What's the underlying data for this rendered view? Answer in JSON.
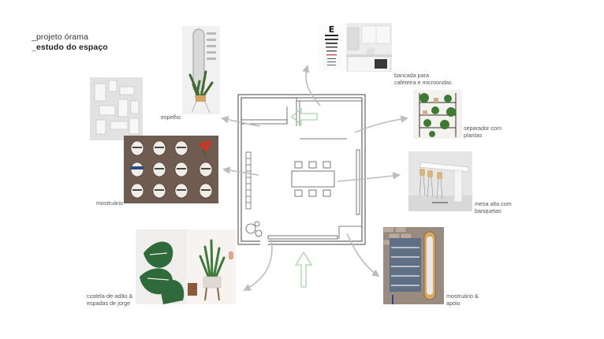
{
  "header": {
    "line1": "_projeto órama",
    "line2": "_estudo do espaço"
  },
  "captions": {
    "espelho": "espelho",
    "mostruario": "mostruário",
    "costela": [
      "costela-de-adão &",
      "espadas de jorge"
    ],
    "bancada": [
      "bancada para",
      "cafeteira e microondas"
    ],
    "separador": [
      "separador com",
      "plantas"
    ],
    "mesa": [
      "mesa alta com",
      "banquetas"
    ],
    "mostruario_apoio": [
      "mostruário &",
      "apoio"
    ]
  },
  "colors": {
    "arrow_gray": "#bdbdbd",
    "arrow_green": "#a8d5a8",
    "plan_line": "#444444"
  }
}
